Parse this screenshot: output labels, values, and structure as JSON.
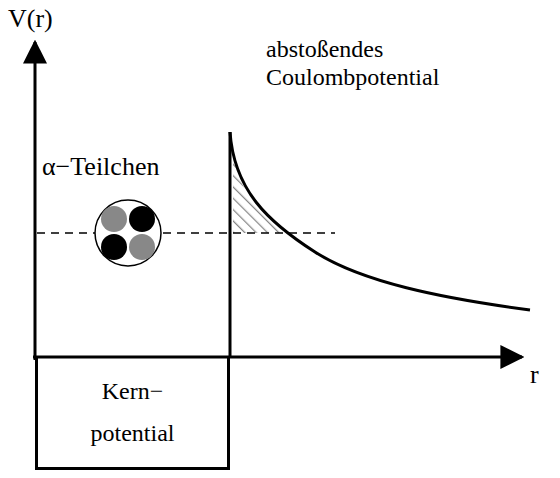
{
  "diagram": {
    "nodes": [
      {
        "text": [
          "Kern− potential"
        ]
      }
    ],
    "labels": [
      "V(r)",
      "r",
      "abstoßendes Coulombpotential",
      "α−Teilchen"
    ]
  }
}
